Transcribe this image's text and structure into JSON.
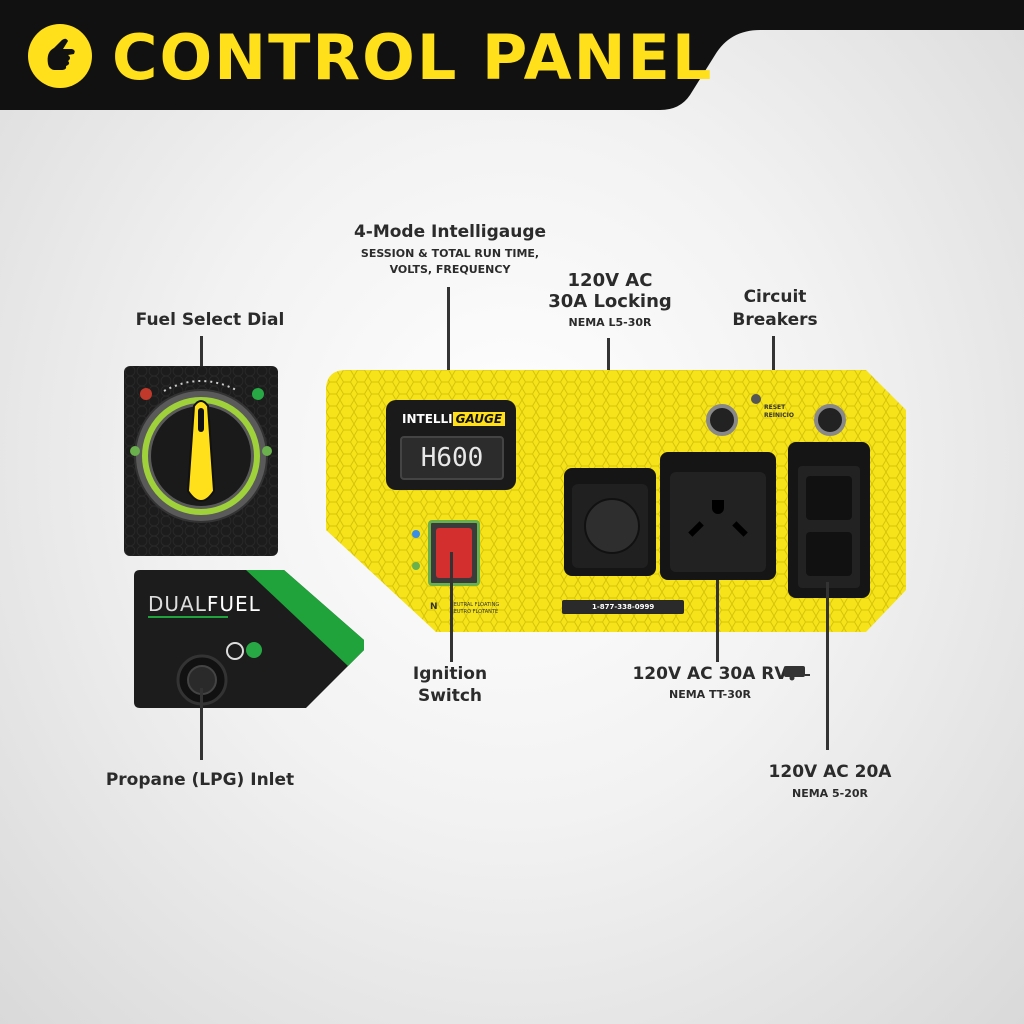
{
  "header": {
    "title": "CONTROL PANEL",
    "icon": "pointing-hand-icon",
    "bar_color": "#111111",
    "title_color": "#ffe01b"
  },
  "callouts": {
    "intelligauge": {
      "title": "4-Mode Intelligauge",
      "sub1": "SESSION & TOTAL RUN TIME,",
      "sub2": "VOLTS, FREQUENCY"
    },
    "locking": {
      "line1": "120V AC",
      "line2": "30A Locking",
      "sub": "NEMA L5-30R"
    },
    "breakers": {
      "line1": "Circuit",
      "line2": "Breakers"
    },
    "fuel_dial": {
      "title": "Fuel Select Dial"
    },
    "ignition": {
      "line1": "Ignition",
      "line2": "Switch"
    },
    "rv": {
      "title": "120V AC 30A RV",
      "sub": "NEMA TT-30R"
    },
    "ac20": {
      "title": "120V AC 20A",
      "sub": "NEMA 5-20R"
    },
    "propane": {
      "title": "Propane (LPG) Inlet"
    }
  },
  "panel": {
    "gauge_brand_a": "INTELLI",
    "gauge_brand_b": "GAUGE",
    "gauge_reading": "H600",
    "reset_label_1": "RESET",
    "reset_label_2": "REINICIO",
    "phone": "1-877-338-0999",
    "neutral_1": "NEUTRAL FLOATING",
    "neutral_2": "NEUTRO FLOTANTE",
    "neutral_symbol": "N",
    "panel_color": "#f6e31a"
  },
  "dualfuel": {
    "brand_a": "DUAL",
    "brand_b": "FUEL",
    "accent_color": "#1fa33a"
  }
}
